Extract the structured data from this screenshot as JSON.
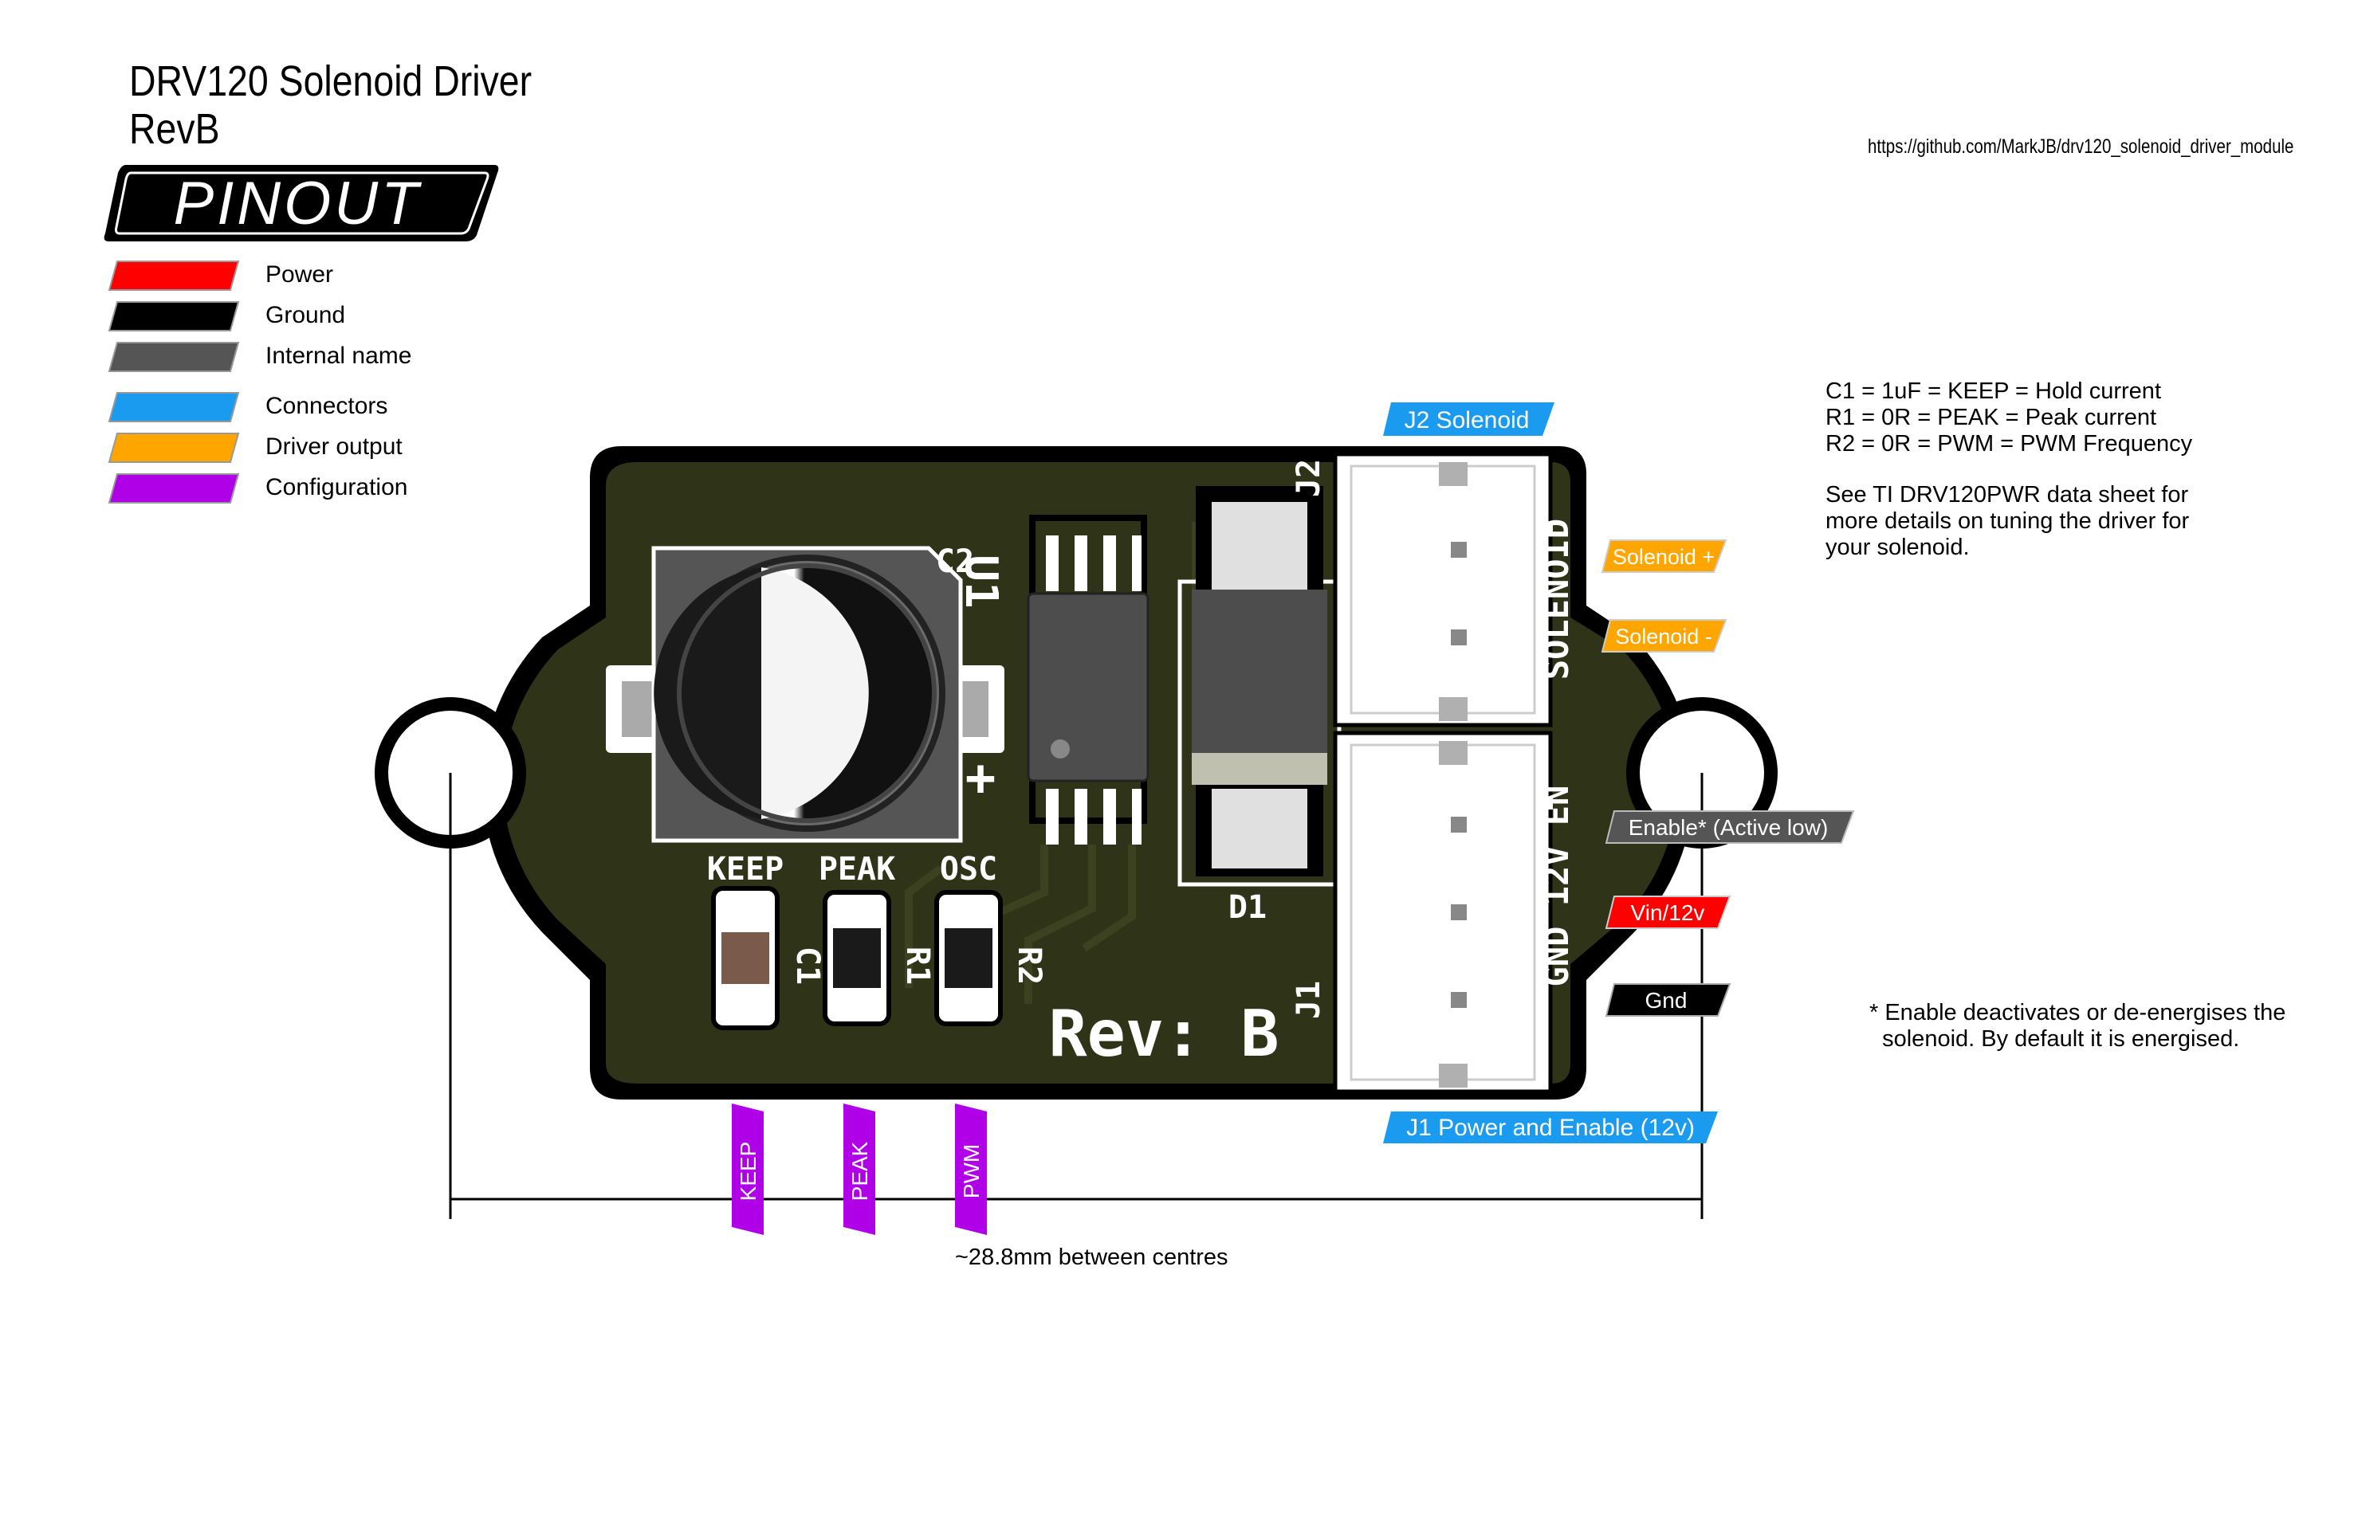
{
  "title": {
    "line1": "DRV120 Solenoid Driver",
    "line2": "RevB"
  },
  "badge": {
    "label": "PINOUT"
  },
  "url": "https://github.com/MarkJB/drv120_solenoid_driver_module",
  "legend": [
    {
      "label": "Power",
      "color": "#ff0000"
    },
    {
      "label": "Ground",
      "color": "#000000"
    },
    {
      "label": "Internal name",
      "color": "#555555"
    },
    {
      "label": "Connectors",
      "color": "#1a9bef"
    },
    {
      "label": "Driver output",
      "color": "#ffa500"
    },
    {
      "label": "Configuration",
      "color": "#b000e8"
    }
  ],
  "config_notes": [
    "C1 = 1uF = KEEP = Hold current",
    "R1 = 0R = PEAK = Peak current",
    "R2 = 0R = PWM = PWM Frequency"
  ],
  "tuning_note": [
    "See TI DRV120PWR data sheet for",
    "more details on tuning the driver for",
    "your solenoid."
  ],
  "enable_note": [
    "* Enable deactivates or de-energises the",
    "  solenoid. By default it is energised."
  ],
  "dimension_label": "~28.8mm between centres",
  "tags": {
    "j2": {
      "label": "J2 Solenoid",
      "color": "#1a9bef"
    },
    "j1": {
      "label": "J1 Power and Enable (12v)",
      "color": "#1a9bef"
    },
    "sol_plus": {
      "label": "Solenoid +",
      "color": "#ffa500"
    },
    "sol_minus": {
      "label": "Solenoid -",
      "color": "#ffa500"
    },
    "enable": {
      "label": "Enable* (Active low)",
      "color": "#555555"
    },
    "vin": {
      "label": "Vin/12v",
      "color": "#ff0000"
    },
    "gnd": {
      "label": "Gnd",
      "color": "#000000"
    },
    "keep": {
      "label": "KEEP",
      "color": "#b000e8"
    },
    "peak": {
      "label": "PEAK",
      "color": "#b000e8"
    },
    "pwm": {
      "label": "PWM",
      "color": "#b000e8"
    }
  },
  "silkscreen": {
    "keep": "KEEP",
    "peak": "PEAK",
    "osc": "OSC",
    "c1": "C1",
    "r1": "R1",
    "r2": "R2",
    "c2": "C2",
    "u1": "U1",
    "d1": "D1",
    "j1": "J1",
    "j2": "J2",
    "plus": "+",
    "rev": "Rev: B",
    "solenoid": "SOLENOID",
    "power_pins": "GND 12V EN"
  }
}
